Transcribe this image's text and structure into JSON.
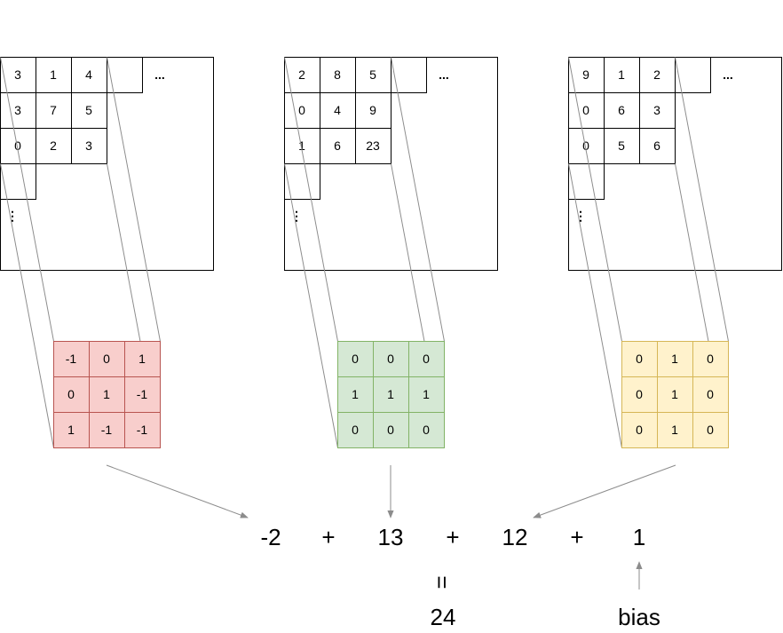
{
  "input_matrices": [
    {
      "rows": [
        [
          "3",
          "1",
          "4"
        ],
        [
          "3",
          "7",
          "5"
        ],
        [
          "0",
          "2",
          "3"
        ]
      ],
      "ellipsis_h": "...",
      "ellipsis_v": "⋮"
    },
    {
      "rows": [
        [
          "2",
          "8",
          "5"
        ],
        [
          "0",
          "4",
          "9"
        ],
        [
          "1",
          "6",
          "23"
        ]
      ],
      "ellipsis_h": "...",
      "ellipsis_v": "⋮"
    },
    {
      "rows": [
        [
          "9",
          "1",
          "2"
        ],
        [
          "0",
          "6",
          "3"
        ],
        [
          "0",
          "5",
          "6"
        ]
      ],
      "ellipsis_h": "...",
      "ellipsis_v": "⋮"
    }
  ],
  "kernels": [
    {
      "rows": [
        [
          "-1",
          "0",
          "1"
        ],
        [
          "0",
          "1",
          "-1"
        ],
        [
          "1",
          "-1",
          "-1"
        ]
      ],
      "fill": "#f8cecc",
      "stroke": "#b85450"
    },
    {
      "rows": [
        [
          "0",
          "0",
          "0"
        ],
        [
          "1",
          "1",
          "1"
        ],
        [
          "0",
          "0",
          "0"
        ]
      ],
      "fill": "#d5e8d4",
      "stroke": "#82b366"
    },
    {
      "rows": [
        [
          "0",
          "1",
          "0"
        ],
        [
          "0",
          "1",
          "0"
        ],
        [
          "0",
          "1",
          "0"
        ]
      ],
      "fill": "#fff2cc",
      "stroke": "#d6b656"
    }
  ],
  "expression": {
    "term1": "-2",
    "plus1": "+",
    "term2": "13",
    "plus2": "+",
    "term3": "12",
    "plus3": "+",
    "bias_value": "1",
    "equals": "=",
    "result": "24",
    "bias_label": "bias"
  },
  "colors": {
    "result": "#ff0000",
    "arrow": "#8c8c8c",
    "grid": "#000000"
  }
}
